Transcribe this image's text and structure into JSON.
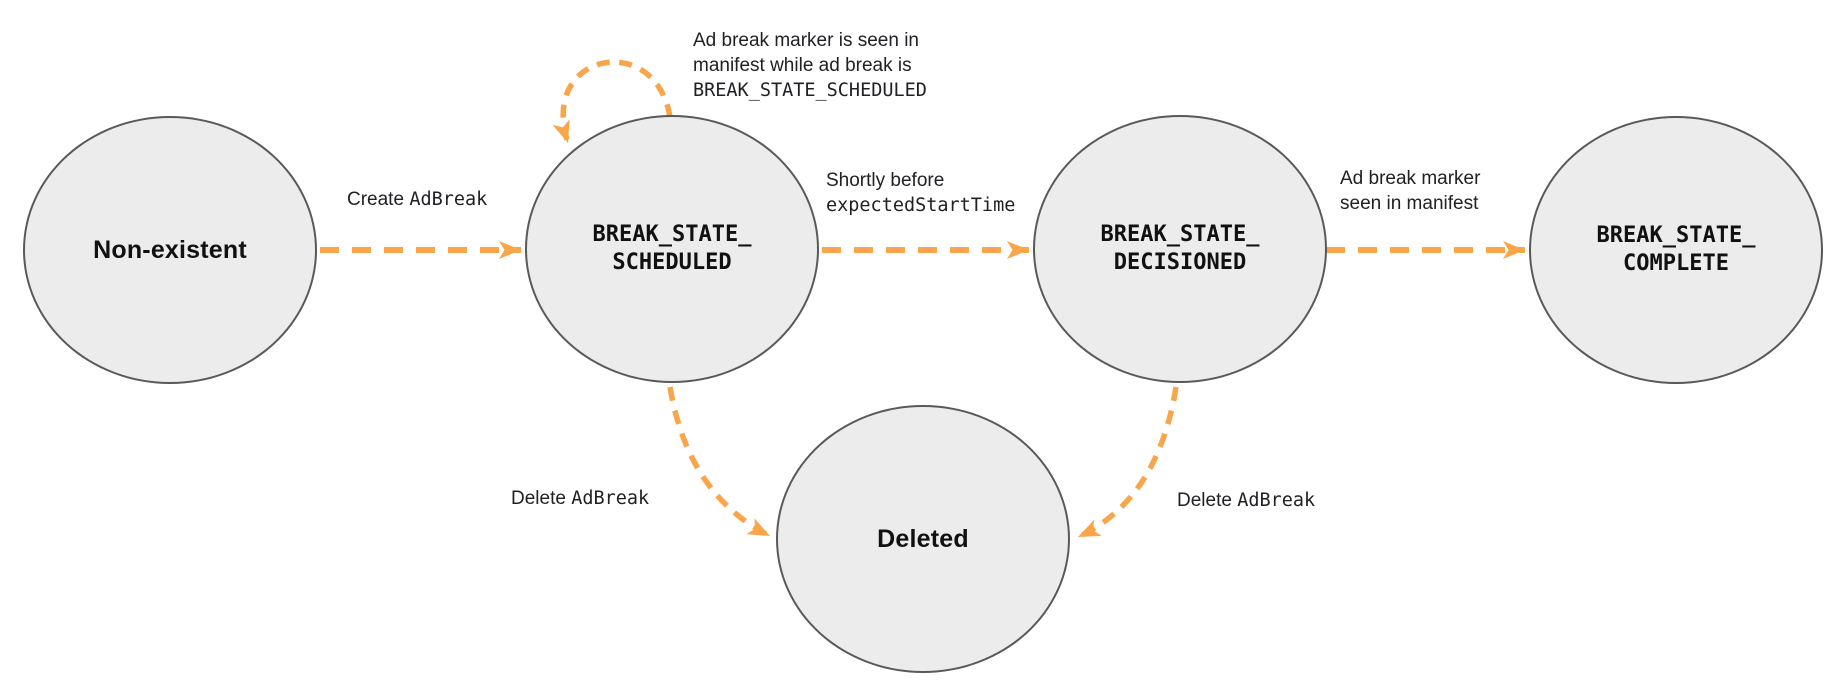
{
  "diagram": {
    "colors": {
      "arrow": "#F9A64B",
      "state_fill": "#ececec",
      "state_border": "#595959",
      "label_text": "#202124"
    },
    "states": {
      "non_existent": {
        "label": "Non-existent"
      },
      "scheduled": {
        "label": "BREAK_STATE_\nSCHEDULED"
      },
      "decisioned": {
        "label": "BREAK_STATE_\nDECISIONED"
      },
      "complete": {
        "label": "BREAK_STATE_\nCOMPLETE"
      },
      "deleted": {
        "label": "Deleted"
      }
    },
    "transitions": {
      "create": {
        "text": "Create ",
        "code": "AdBreak"
      },
      "self_loop_note": {
        "line1": "Ad break marker is seen in",
        "line2": "manifest while ad break is",
        "line3_code": "BREAK_STATE_SCHEDULED"
      },
      "shortly_before": {
        "line1": "Shortly before",
        "line2_code": "expectedStartTime"
      },
      "marker_seen": {
        "line1": "Ad break marker",
        "line2": "seen in manifest"
      },
      "delete_from_scheduled": {
        "text": "Delete ",
        "code": "AdBreak"
      },
      "delete_from_decisioned": {
        "text": "Delete ",
        "code": "AdBreak"
      }
    }
  }
}
